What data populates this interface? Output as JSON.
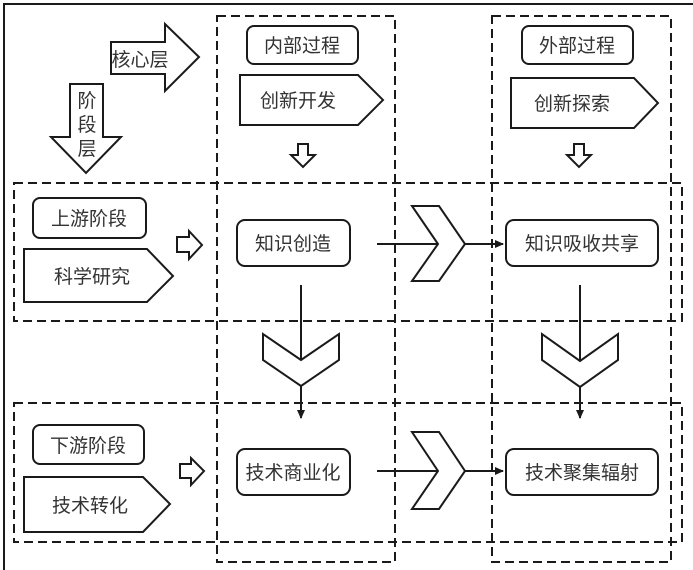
{
  "core_layer": {
    "label": "核心层"
  },
  "stage_layer": {
    "label": [
      "阶",
      "段",
      "层"
    ]
  },
  "columns": {
    "internal": {
      "title": "内部过程",
      "tag": "创新开发"
    },
    "external": {
      "title": "外部过程",
      "tag": "创新探索"
    }
  },
  "stages": {
    "upstream": {
      "title": "上游阶段",
      "tag": "科学研究",
      "internal_node": "知识创造",
      "external_node": "知识吸收共享"
    },
    "downstream": {
      "title": "下游阶段",
      "tag": "技术转化",
      "internal_node": "技术商业化",
      "external_node": "技术聚集辐射"
    }
  },
  "colors": {
    "stroke": "#1a1a1a",
    "text": "#333333",
    "background": "#ffffff"
  }
}
